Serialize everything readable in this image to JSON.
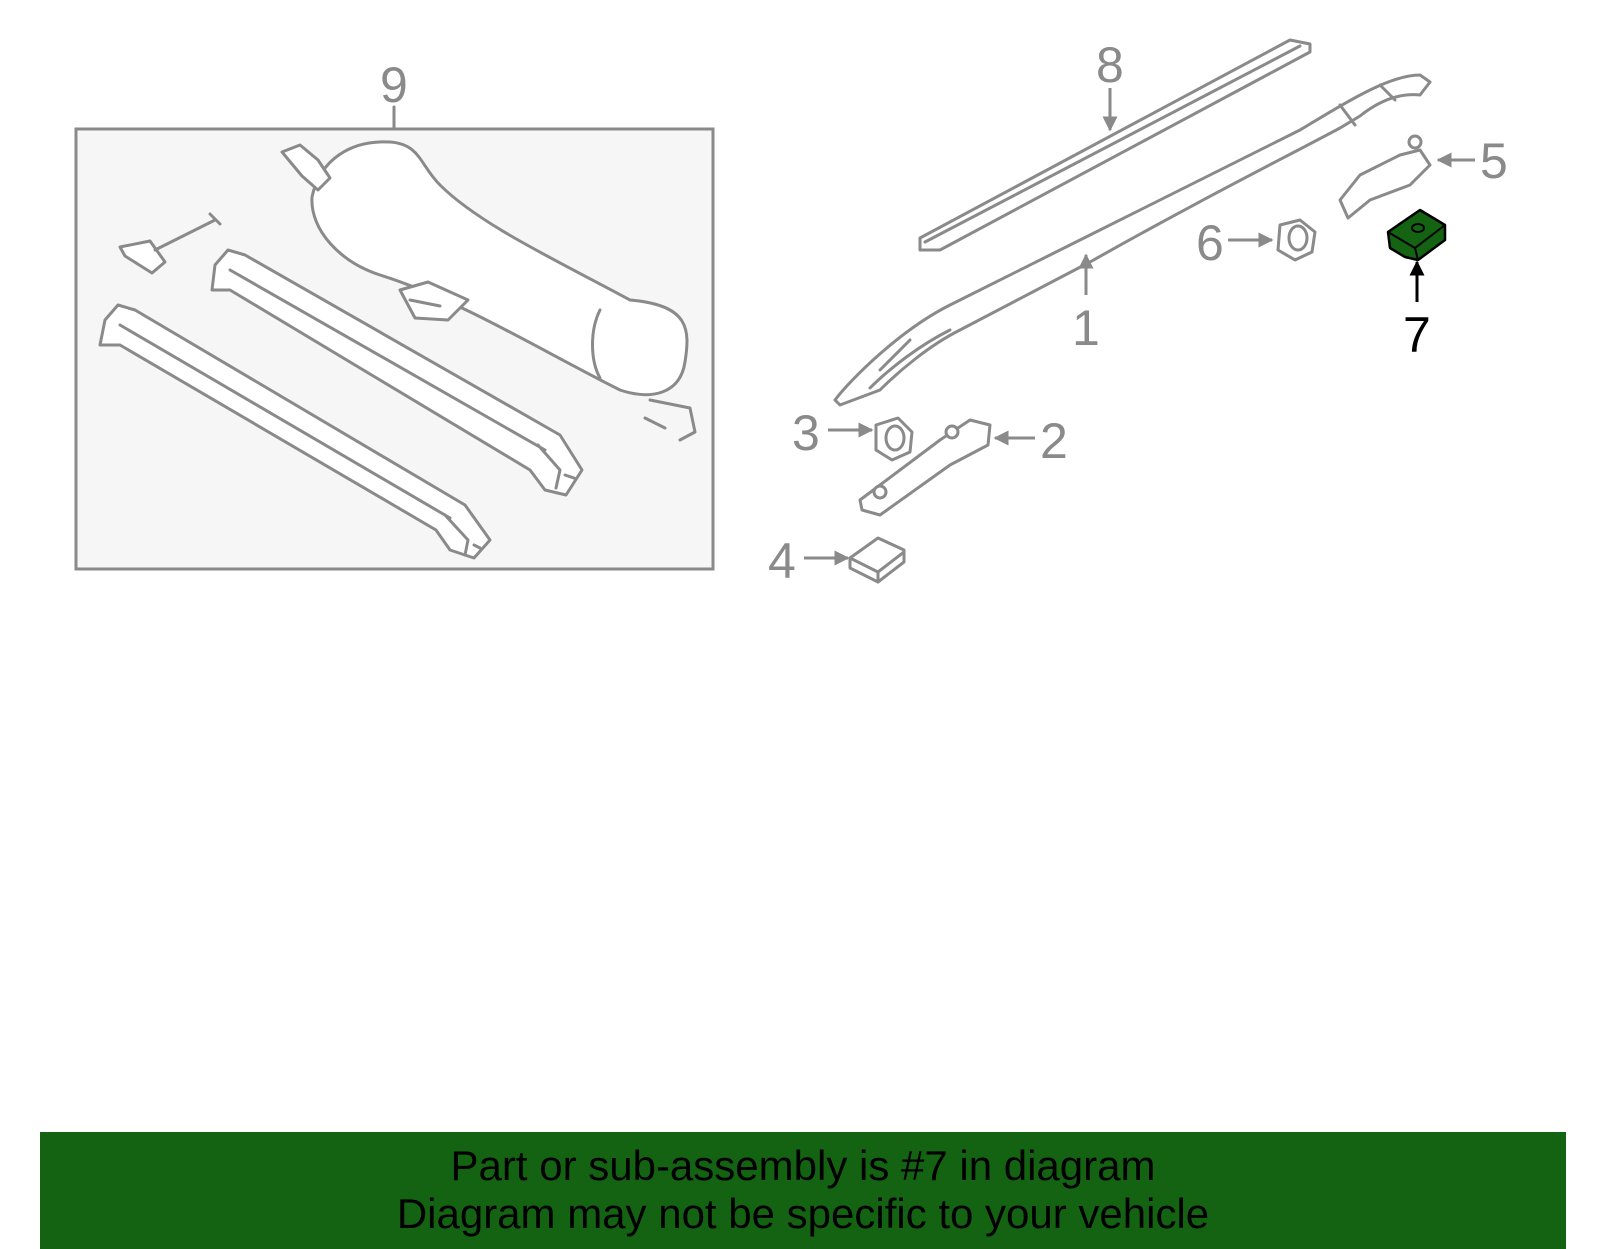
{
  "callouts": {
    "c1": "1",
    "c2": "2",
    "c3": "3",
    "c4": "4",
    "c5": "5",
    "c6": "6",
    "c7": "7",
    "c8": "8",
    "c9": "9"
  },
  "highlight": {
    "part_number": "7",
    "color": "#146312"
  },
  "colors": {
    "line": "#8a8a8a",
    "panel_fill": "#f6f6f6",
    "banner": "#146312"
  },
  "banner": {
    "line1": "Part or sub-assembly is #7 in diagram",
    "line2": "Diagram may not be specific to your vehicle"
  }
}
